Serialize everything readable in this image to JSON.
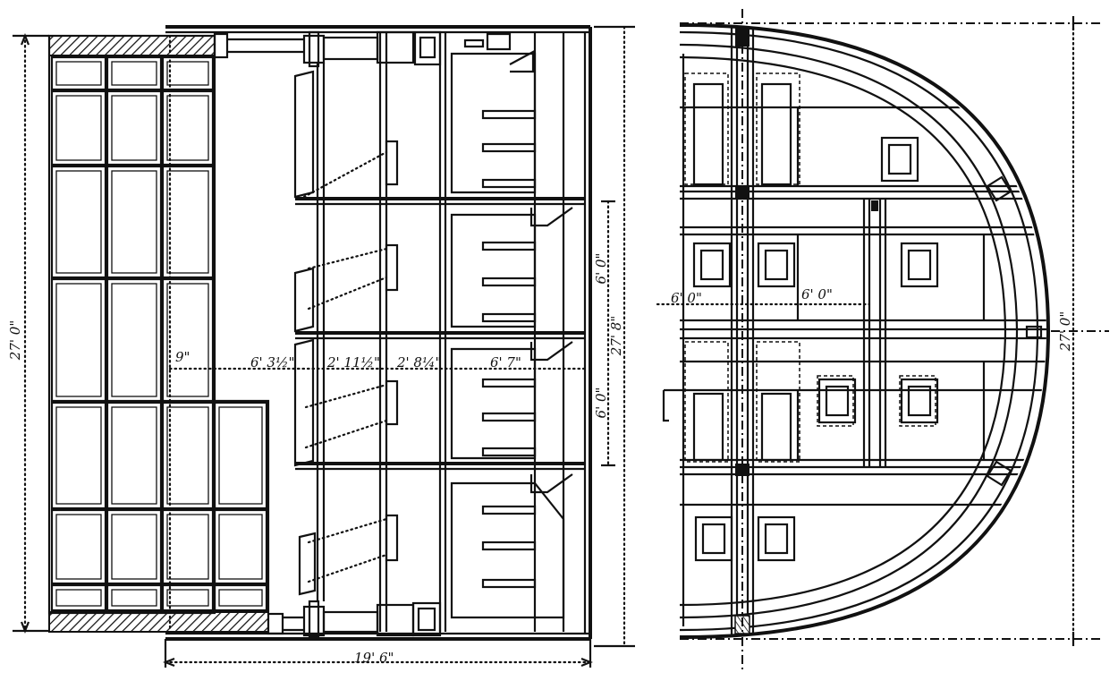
{
  "figure": {
    "left_view": {
      "dimensions": {
        "overall_height": "27' 0\"",
        "overall_width": "19' 6\"",
        "offset_9": "9\"",
        "span_1": "6' 3½\"",
        "span_2": "2' 11½\"",
        "span_3": "2' 8¼\"",
        "span_4": "6' 7\"",
        "tier_upper": "6' 0\"",
        "tier_lower": "6' 0\"",
        "height_27_8": "27' 8\""
      }
    },
    "right_view": {
      "dimensions": {
        "overall_height": "27' 0\"",
        "left_span": "6' 0\"",
        "right_span": "6' 0\""
      }
    }
  }
}
